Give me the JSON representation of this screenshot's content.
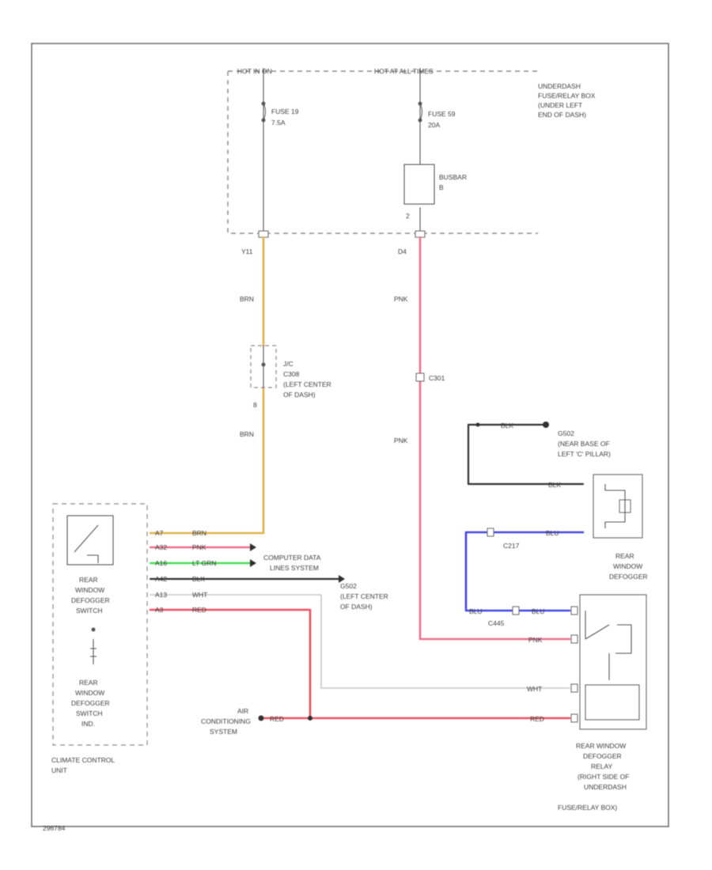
{
  "power": {
    "hot_in_on": "HOT IN ON",
    "hot_at_all_times": "HOT AT ALL TIMES",
    "box_label": [
      "UNDERDASH",
      "FUSE/RELAY BOX",
      "(UNDER LEFT",
      "END OF DASH)"
    ],
    "fuse_19": [
      "FUSE 19",
      "7.5A"
    ],
    "fuse_59": [
      "FUSE 59",
      "20A"
    ],
    "busbar": [
      "BUSBAR",
      "B"
    ],
    "busbar_pin": "2",
    "pin_y11": "Y11",
    "pin_d4": "D4"
  },
  "wires": {
    "brn_upper": "BRN",
    "brn_lower": "BRN",
    "pnk_upper": "PNK",
    "pnk_lower": "PNK",
    "blk_ground": "BLK",
    "blk_defogger": "BLK",
    "blu_defogger": "BLU",
    "blu_relay": "BLU",
    "blu_c445": "BLU",
    "pnk_relay": "PNK",
    "wht_relay": "WHT",
    "red_relay": "RED",
    "red_ac": "RED"
  },
  "connectors": {
    "jc_label": [
      "J/C",
      "C308",
      "(LEFT CENTER",
      "OF DASH)"
    ],
    "jc_pin": "8",
    "c301": "C301",
    "c217": "C217",
    "c445": "C445"
  },
  "ground": {
    "label": [
      "G502",
      "(NEAR BASE OF",
      "LEFT 'C' PILLAR)"
    ]
  },
  "defogger": {
    "label": [
      "REAR",
      "WINDOW",
      "DEFOGGER"
    ]
  },
  "relay": {
    "label": [
      "REAR WINDOW",
      "DEFOGGER",
      "RELAY",
      "(RIGHT SIDE OF",
      "UNDERDASH",
      "FUSE/RELAY BOX)"
    ]
  },
  "climate_unit": {
    "label": [
      "CLIMATE CONTROL",
      "UNIT"
    ],
    "switch_label": [
      "REAR",
      "WINDOW",
      "DEFOGGER",
      "SWITCH"
    ],
    "ind_label": [
      "REAR",
      "WINDOW",
      "DEFOGGER",
      "SWITCH",
      "IND."
    ],
    "pins": [
      {
        "pin": "A7",
        "color": "BRN"
      },
      {
        "pin": "A32",
        "color": "PNK"
      },
      {
        "pin": "A16",
        "color": "LT GRN"
      },
      {
        "pin": "A42",
        "color": "BLK"
      },
      {
        "pin": "A13",
        "color": "WHT"
      },
      {
        "pin": "A3",
        "color": "RED"
      }
    ]
  },
  "computer_data": [
    "COMPUTER DATA",
    "LINES SYSTEM"
  ],
  "g502_pin": "G502",
  "g502_label": [
    "(LEFT CENTER",
    "OF DASH)"
  ],
  "ac_system": [
    "AIR",
    "CONDITIONING",
    "SYSTEM"
  ],
  "figure_id": "296784",
  "colors": {
    "brn": "#e0b24a",
    "pnk": "#ef6f8c",
    "red": "#ef5060",
    "grn": "#45e055",
    "blu": "#4646e8",
    "blk": "#303030",
    "wht": "#c8c8c8"
  }
}
